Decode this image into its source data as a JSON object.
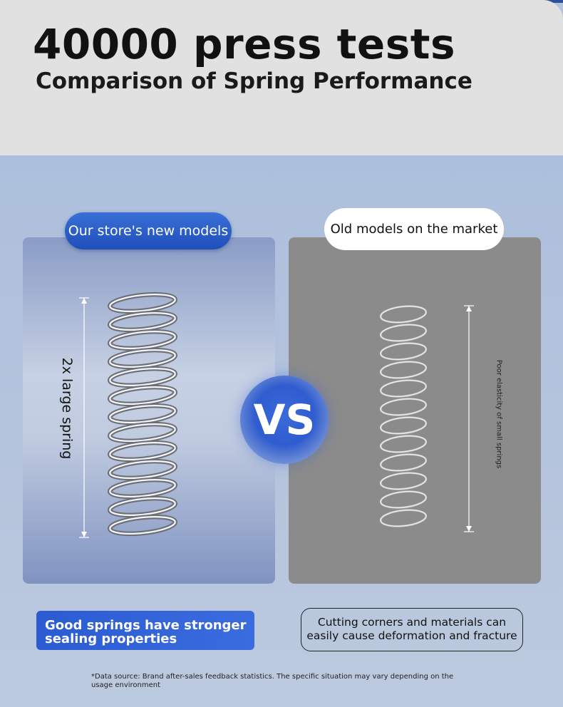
{
  "header": {
    "title": "40000 press tests",
    "subtitle": "Comparison of Spring Performance"
  },
  "left": {
    "tag": "Our store's new models",
    "vertical_label": "2x large spring",
    "caption": "Good springs have stronger sealing properties"
  },
  "right": {
    "tag": "Old models on the market",
    "vertical_label": "Poor elasticity of small springs",
    "caption": "Cutting corners and materials can easily cause deformation and fracture"
  },
  "vs_label": "VS",
  "footnote": "*Data source: Brand after-sales feedback statistics. The specific situation may vary depending on the usage environment",
  "colors": {
    "accent_blue": "#2f5ccf",
    "background": "#b4c3dc",
    "header_bg": "#e1e1e1",
    "old_panel": "#8b8b8b"
  }
}
